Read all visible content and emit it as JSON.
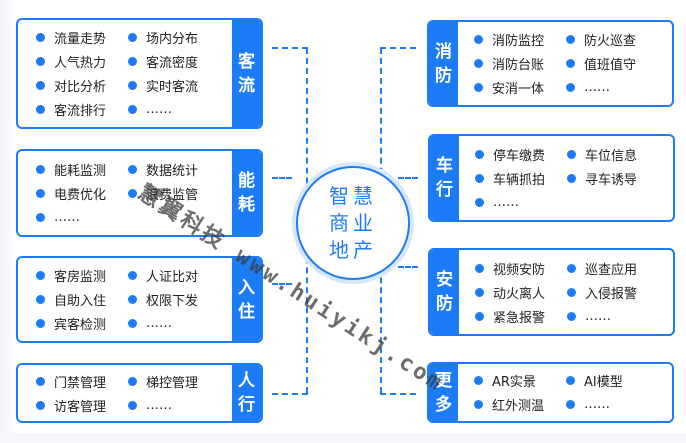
{
  "center": {
    "lines": [
      "智慧",
      "商业",
      "地产"
    ]
  },
  "left_cards": [
    {
      "label": [
        "客",
        "流"
      ],
      "items": [
        "流量走势",
        "场内分布",
        "人气热力",
        "客流密度",
        "对比分析",
        "实时客流",
        "客流排行",
        "……"
      ]
    },
    {
      "label": [
        "能",
        "耗"
      ],
      "items": [
        "能耗监测",
        "数据统计",
        "电费优化",
        "浪费监管",
        "……"
      ]
    },
    {
      "label": [
        "入",
        "住"
      ],
      "items": [
        "客房监测",
        "人证比对",
        "自助入住",
        "权限下发",
        "宾客检测",
        "……"
      ]
    },
    {
      "label": [
        "人",
        "行"
      ],
      "items": [
        "门禁管理",
        "梯控管理",
        "访客管理",
        "……"
      ]
    }
  ],
  "right_cards": [
    {
      "label": [
        "消",
        "防"
      ],
      "items": [
        "消防监控",
        "防火巡查",
        "消防台账",
        "值班值守",
        "安消一体",
        "……"
      ]
    },
    {
      "label": [
        "车",
        "行"
      ],
      "items": [
        "停车缴费",
        "车位信息",
        "车辆抓拍",
        "寻车诱导",
        "……"
      ]
    },
    {
      "label": [
        "安",
        "防"
      ],
      "items": [
        "视频安防",
        "巡查应用",
        "动火离人",
        "入侵报警",
        "紧急报警",
        "……"
      ]
    },
    {
      "label": [
        "更",
        "多"
      ],
      "items": [
        "AR实景",
        "AI模型",
        "红外测温",
        "……"
      ]
    }
  ],
  "watermark": "慧翼科技 www.huiyikj.com",
  "colors": {
    "accent": "#1c7cf5",
    "halo": "#d6e6fd"
  }
}
